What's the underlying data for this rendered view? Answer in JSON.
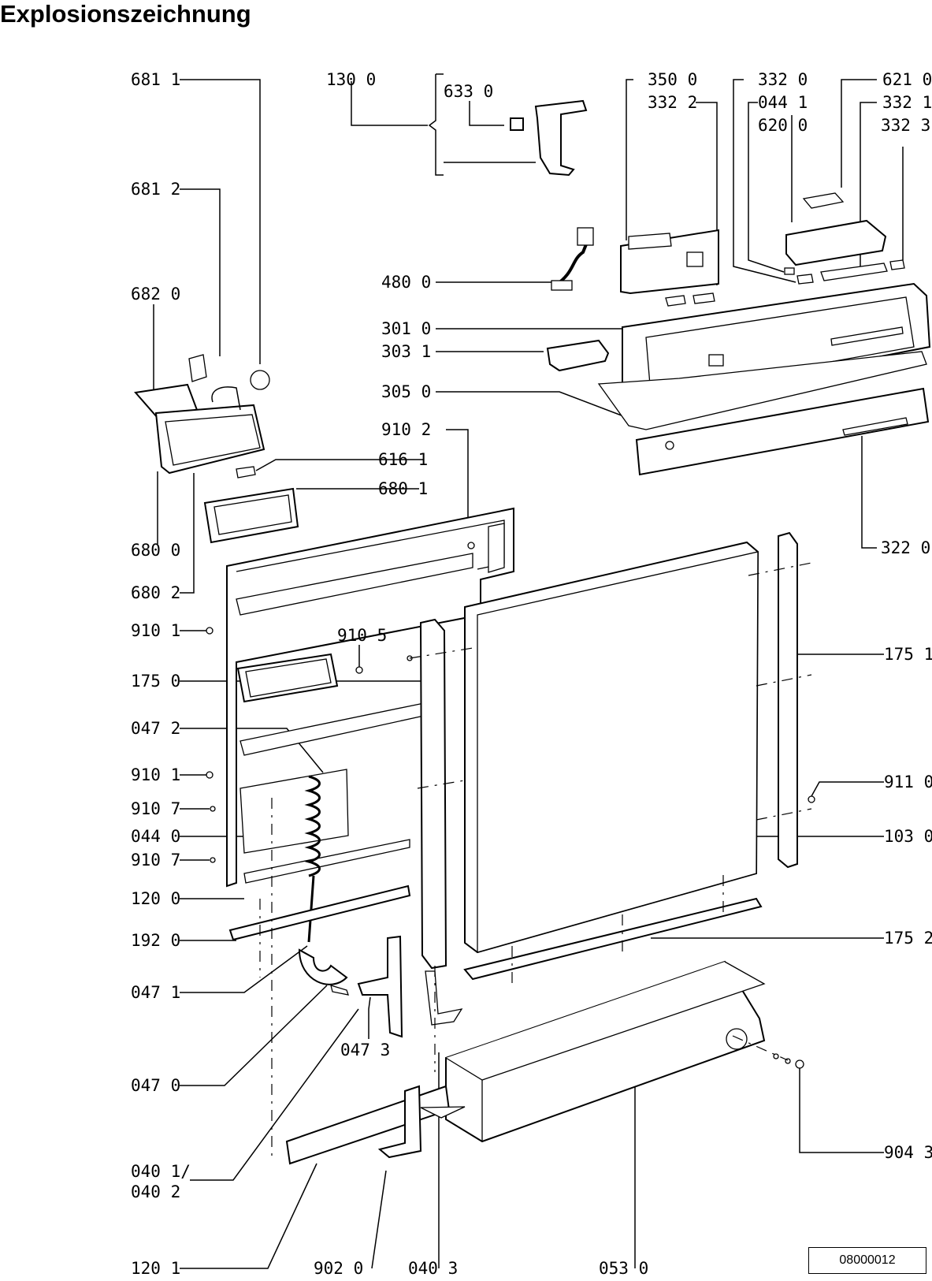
{
  "title": "Explosionszeichnung",
  "doc_number": "08000012",
  "labels": {
    "l681_1": "681 1",
    "l681_2": "681 2",
    "l682_0": "682 0",
    "l680_0": "680 0",
    "l680_2": "680 2",
    "l130_0": "130 0",
    "l633_0": "633 0",
    "l350_0": "350 0",
    "l332_2": "332 2",
    "l332_0": "332 0",
    "l044_1": "044 1",
    "l620_0": "620 0",
    "l621_0": "621 0",
    "l332_1": "332 1",
    "l332_3": "332 3",
    "l480_0": "480 0",
    "l301_0": "301 0",
    "l303_1": "303 1",
    "l305_0": "305 0",
    "l910_2": "910 2",
    "l616_1": "616 1",
    "l680_1": "680 1",
    "l322_0": "322 0",
    "l910_1a": "910 1",
    "l910_5": "910 5",
    "l175_0": "175 0",
    "l175_1": "175 1",
    "l047_2": "047 2",
    "l910_1b": "910 1",
    "l911_0": "911 0",
    "l910_7a": "910 7",
    "l044_0": "044 0",
    "l103_0": "103 0",
    "l910_7b": "910 7",
    "l120_0": "120 0",
    "l192_0": "192 0",
    "l175_2": "175 2",
    "l047_1": "047 1",
    "l047_3": "047 3",
    "l047_0": "047 0",
    "l904_3": "904 3",
    "l040_1": "040 1/",
    "l040_2": "040 2",
    "l120_1": "120 1",
    "l902_0": "902 0",
    "l040_3": "040 3",
    "l053_0": "053 0"
  }
}
